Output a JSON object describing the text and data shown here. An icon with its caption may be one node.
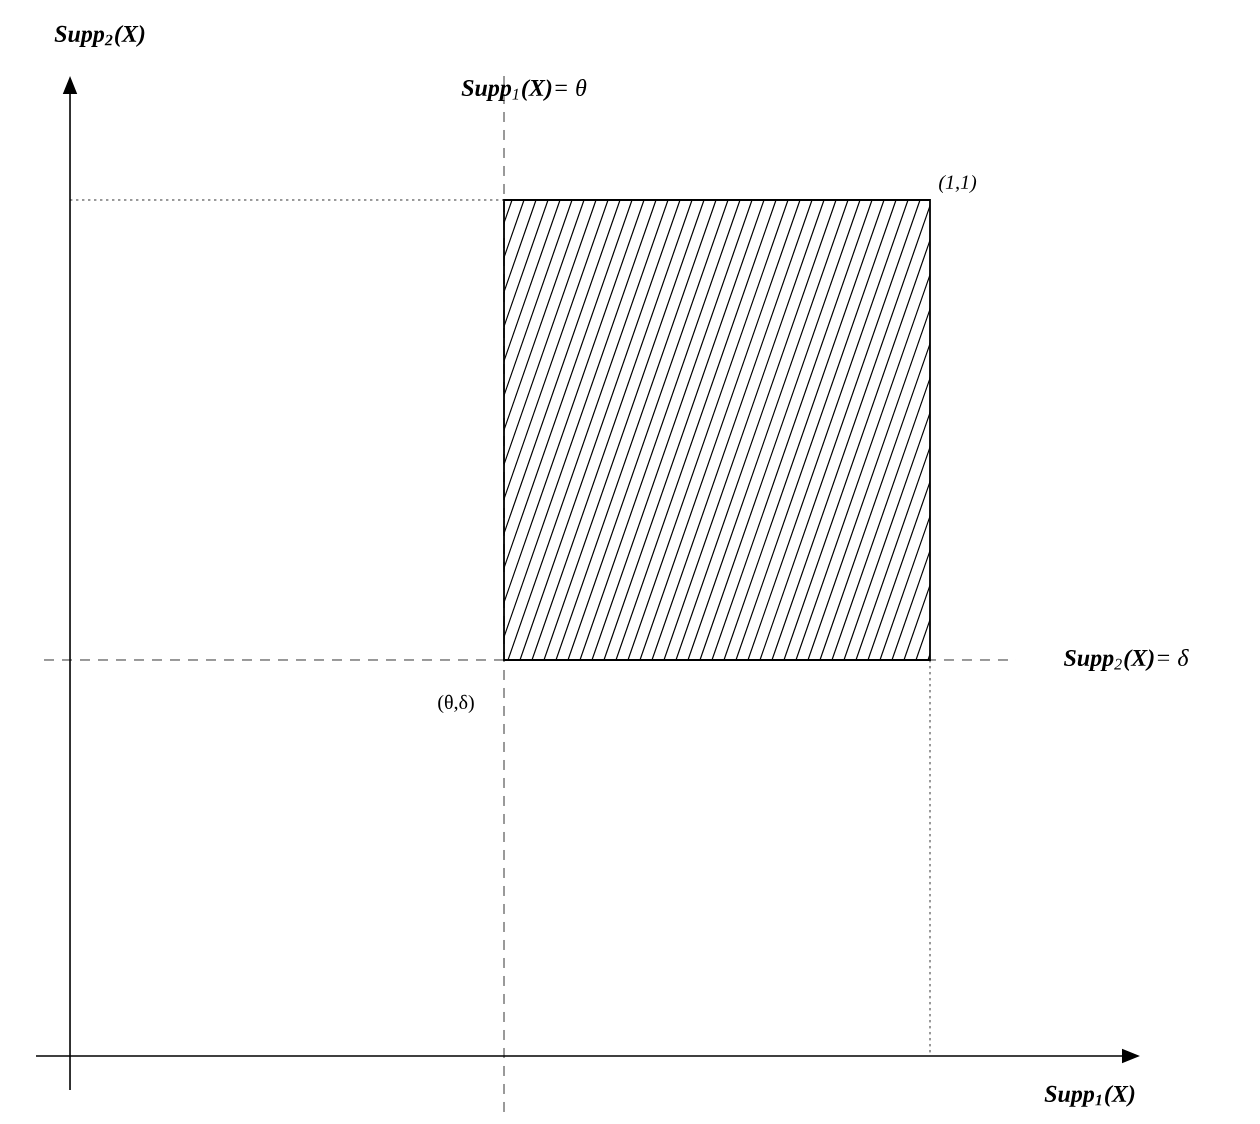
{
  "diagram": {
    "labels": [
      "Supp$_{2}$(X)",
      "**Supp**$_{1}$**(X)**= θ",
      "(1,1)",
      "**Supp**$_{2}$**(X)**= δ",
      "(θ,δ)",
      "Supp$_{1}$(X)"
    ]
  }
}
